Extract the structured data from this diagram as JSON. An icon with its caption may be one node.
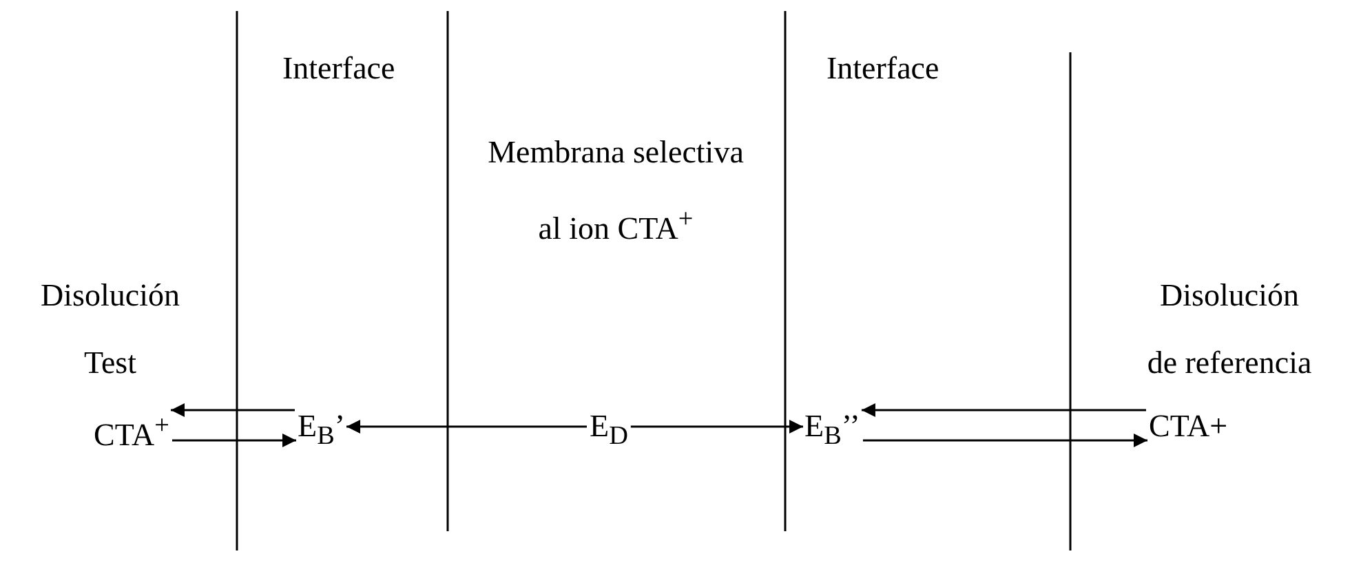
{
  "diagram": {
    "nodes": [
      {
        "text": [
          "CTA$^{+}$"
        ]
      },
      {
        "text": [
          "E$_{B}$’"
        ]
      },
      {
        "text": [
          "E$_{D}$"
        ]
      },
      {
        "text": [
          "E$_{B}$’’"
        ]
      },
      {
        "text": [
          "CTA+"
        ]
      }
    ],
    "edges": [
      {
        "from": 1,
        "to": 0,
        "arrow": "to"
      },
      {
        "from": 0,
        "to": 1,
        "arrow": "to"
      },
      {
        "from": 2,
        "to": 1,
        "arrow": "to"
      },
      {
        "from": 2,
        "to": 3,
        "arrow": "to"
      },
      {
        "from": 4,
        "to": 3,
        "arrow": "to"
      },
      {
        "from": 3,
        "to": 4,
        "arrow": "to"
      }
    ],
    "labels": [
      "Interface",
      "Interface",
      "Membrana selectiva al ion CTA$^{+}$",
      "Disolución Test",
      "Disolución de referencia"
    ]
  }
}
